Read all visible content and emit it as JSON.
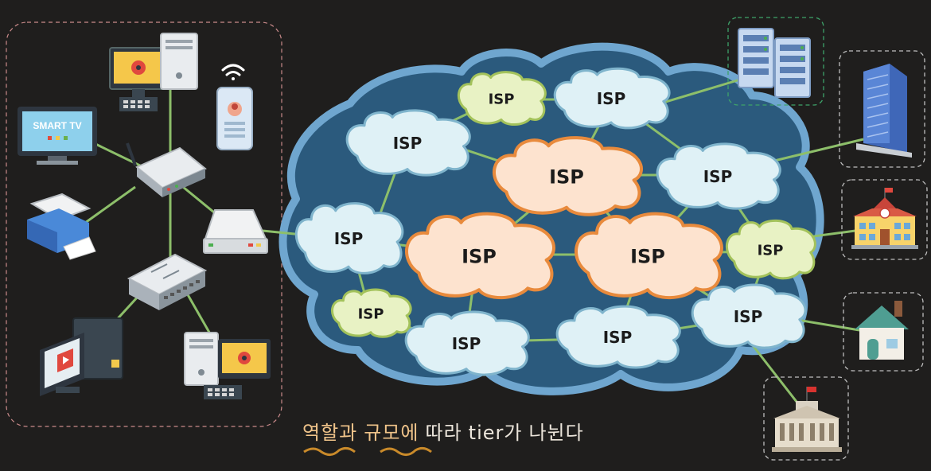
{
  "diagram": {
    "isp_label": "ISP",
    "smart_tv_label": "SMART TV",
    "caption": {
      "part1": "역할과",
      "part2": "규모에",
      "part3": "따라",
      "part4": "tier가",
      "part5": "나뉜다"
    },
    "colors": {
      "background": "#1f1e1d",
      "link": "#8dbf6a",
      "internet_cloud": "#6fa6cf",
      "tier1_cloud": "#fde3cf",
      "tier1_border": "#e88a3c",
      "tier2_cloud": "#dff1f6",
      "tier2_border": "#7fb4cc",
      "tier3_cloud": "#e8f2c4",
      "tier3_border": "#a3c25b",
      "highlight_underline": "#c98a2a"
    },
    "icons": [
      "monitor-icon",
      "computer-tower-icon",
      "phone-icon",
      "wifi-icon",
      "smart-tv-icon",
      "router-icon",
      "printer-icon",
      "modem-icon",
      "network-switch-icon",
      "desktop-video-icon",
      "server-rack-icon",
      "office-tower-icon",
      "school-icon",
      "house-icon",
      "government-building-icon"
    ]
  }
}
